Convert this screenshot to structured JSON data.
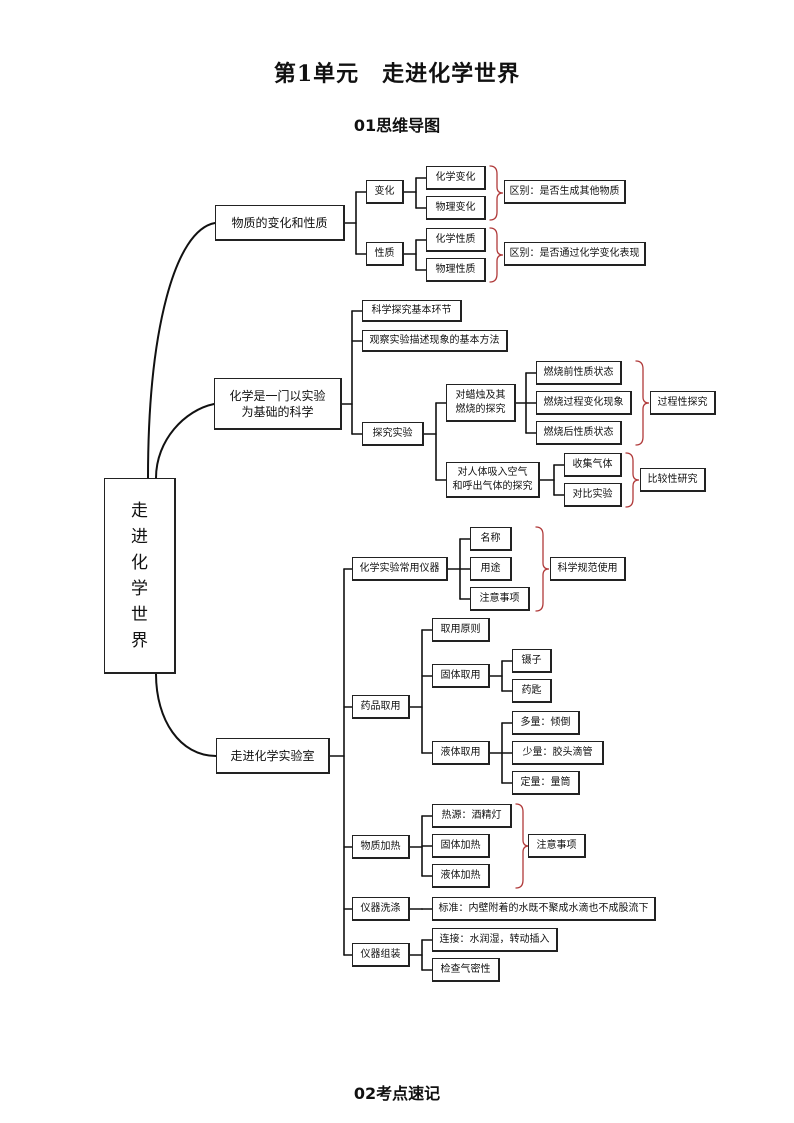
{
  "title": "第1单元　走进化学世界",
  "subtitle": "01思维导图",
  "footer": "02考点速记",
  "colors": {
    "line": "#111111",
    "brace": "#b03a3a"
  },
  "root": {
    "chars": [
      "走",
      "进",
      "化",
      "学",
      "世",
      "界"
    ]
  },
  "nodes": {
    "n1": "物质的变化和性质",
    "n1a": "变化",
    "n1a1": "化学变化",
    "n1a2": "物理变化",
    "n1a_note": "区别：是否生成其他物质",
    "n1b": "性质",
    "n1b1": "化学性质",
    "n1b2": "物理性质",
    "n1b_note": "区别：是否通过化学变化表现",
    "n2": "化学是一门以实验\n为基础的科学",
    "n2a": "科学探究基本环节",
    "n2b": "观察实验描述现象的基本方法",
    "n2c": "探究实验",
    "n2c1": "对蜡烛及其\n燃烧的探究",
    "n2c1a": "燃烧前性质状态",
    "n2c1b": "燃烧过程变化现象",
    "n2c1c": "燃烧后性质状态",
    "n2c1_note": "过程性探究",
    "n2c2": "对人体吸入空气\n和呼出气体的探究",
    "n2c2a": "收集气体",
    "n2c2b": "对比实验",
    "n2c2_note": "比较性研究",
    "n3": "走进化学实验室",
    "n3a": "化学实验常用仪器",
    "n3a1": "名称",
    "n3a2": "用途",
    "n3a3": "注意事项",
    "n3a_note": "科学规范使用",
    "n3b": "药品取用",
    "n3b1": "取用原则",
    "n3b2": "固体取用",
    "n3b2a": "镊子",
    "n3b2b": "药匙",
    "n3b3": "液体取用",
    "n3b3a": "多量：倾倒",
    "n3b3b": "少量：胶头滴管",
    "n3b3c": "定量：量筒",
    "n3c": "物质加热",
    "n3c1": "热源：酒精灯",
    "n3c2": "固体加热",
    "n3c3": "液体加热",
    "n3c_note": "注意事项",
    "n3d": "仪器洗涤",
    "n3d1": "标准：内壁附着的水既不聚成水滴也不成股流下",
    "n3e": "仪器组装",
    "n3e1": "连接：水润湿，转动插入",
    "n3e2": "检查气密性"
  }
}
